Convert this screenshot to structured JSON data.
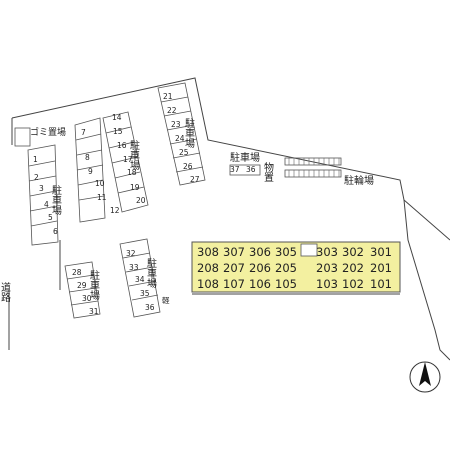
{
  "labels": {
    "garbage": "ゴミ置場",
    "road": "道路",
    "parking": "駐車場",
    "storage": "物置",
    "bike_parking": "駐輪場",
    "kei": "軽"
  },
  "parking_groups": {
    "left_column": [
      "1",
      "2",
      "3",
      "4",
      "5",
      "6"
    ],
    "center_left": [
      "7",
      "8",
      "9",
      "10",
      "11",
      "12"
    ],
    "center_right": [
      "14",
      "15",
      "16",
      "17",
      "18",
      "19",
      "20"
    ],
    "top_right": [
      "21",
      "22",
      "23",
      "24",
      "25",
      "26",
      "27"
    ],
    "lower_left": [
      "28",
      "29",
      "30",
      "31"
    ],
    "lower_center": [
      "32",
      "33",
      "34",
      "35",
      "36"
    ],
    "near_storage": [
      "37",
      "36"
    ]
  },
  "building": {
    "rows": [
      [
        "308",
        "307",
        "306",
        "305",
        "",
        "303",
        "302",
        "301"
      ],
      [
        "208",
        "207",
        "206",
        "205",
        "",
        "203",
        "202",
        "201"
      ],
      [
        "108",
        "107",
        "106",
        "105",
        "",
        "103",
        "102",
        "101"
      ]
    ],
    "fill_color": "#f3f0a0",
    "stair_color": "#ffffff"
  },
  "compass": {
    "label": "north-arrow"
  }
}
